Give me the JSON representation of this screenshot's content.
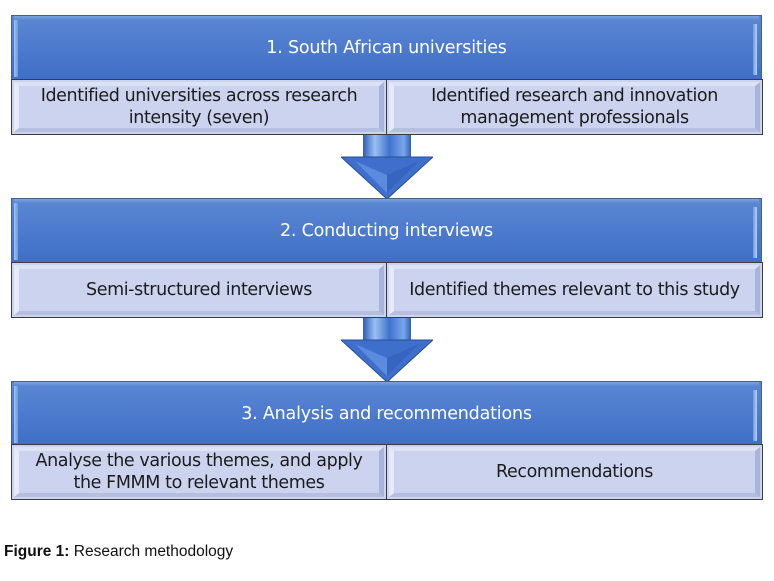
{
  "figure": {
    "stages": [
      {
        "title": "1. South African universities",
        "items": [
          "Identified universities across research intensity (seven)",
          "Identified research and innovation management professionals"
        ]
      },
      {
        "title": "2. Conducting interviews",
        "items": [
          "Semi-structured interviews",
          "Identified themes relevant to this study"
        ]
      },
      {
        "title": "3. Analysis and recommendations",
        "items": [
          "Analyse the various themes, and apply the FMMM to relevant themes",
          "Recommendations"
        ]
      }
    ],
    "arrow_icon": "down-arrow-icon",
    "colors": {
      "header": "#4a78cc",
      "subbox": "#cbd3ee",
      "arrow": "#3c6fcc"
    }
  },
  "caption": {
    "label": "Figure 1:",
    "text": " Research methodology"
  }
}
